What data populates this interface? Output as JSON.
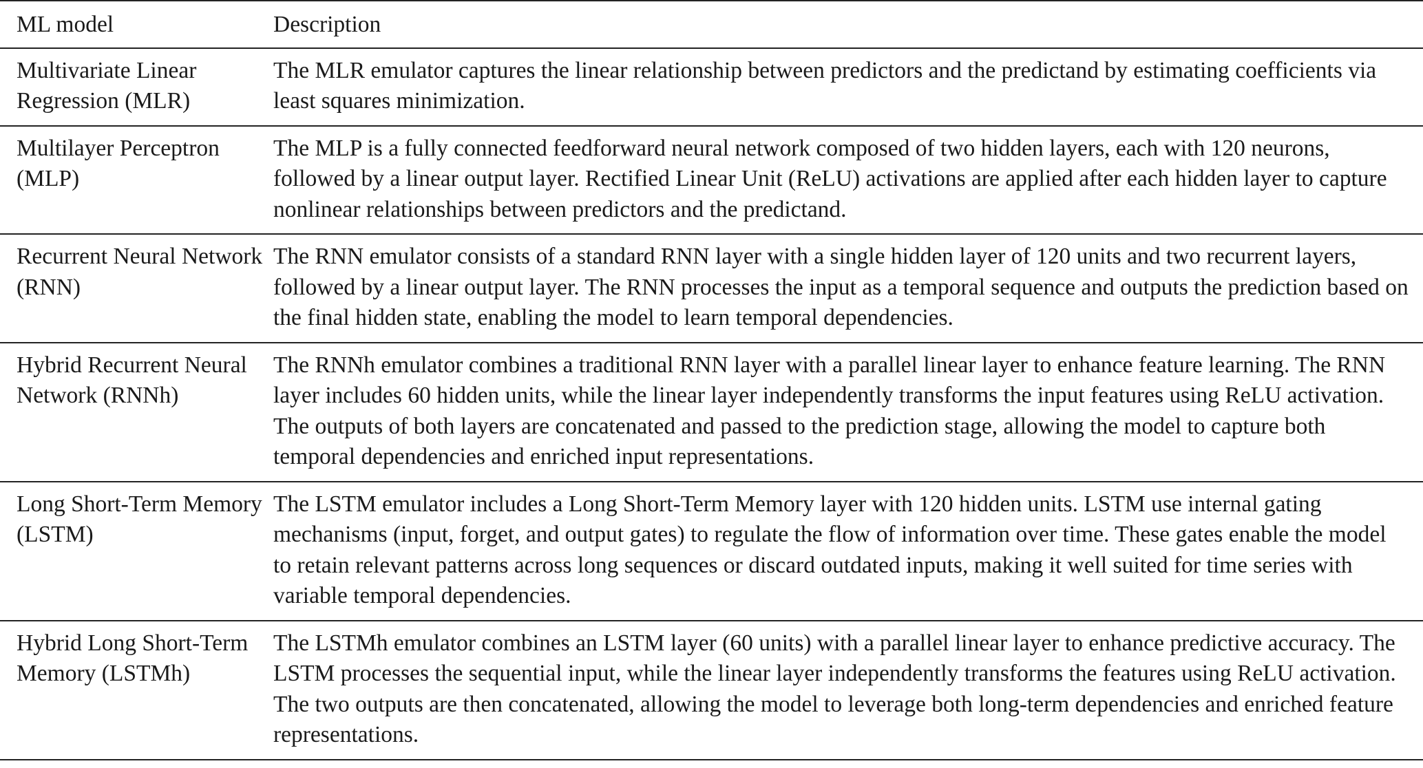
{
  "table": {
    "headers": [
      "ML model",
      "Description"
    ],
    "rows": [
      {
        "model": "Multivariate Linear Regression (MLR)",
        "description": "The MLR emulator captures the linear relationship between predictors and the predictand by estimating coefficients via least squares minimization."
      },
      {
        "model": "Multilayer Perceptron (MLP)",
        "description": "The MLP is a fully connected feedforward neural network composed of two hidden layers, each with 120 neurons, followed by a linear output layer. Rectified Linear Unit (ReLU) activations are applied after each hidden layer to capture nonlinear relationships between predictors and the predictand."
      },
      {
        "model": "Recurrent Neural Network (RNN)",
        "description": "The RNN emulator consists of a standard RNN layer with a single hidden layer of 120 units and two recurrent layers, followed by a linear output layer. The RNN processes the input as a temporal sequence and outputs the prediction based on the final hidden state, enabling the model to learn temporal dependencies."
      },
      {
        "model": "Hybrid Recurrent Neural Network (RNNh)",
        "description": "The RNNh emulator combines a traditional RNN layer with a parallel linear layer to enhance feature learning. The RNN layer includes 60 hidden units, while the linear layer independently transforms the input features using ReLU activation. The outputs of both layers are concatenated and passed to the prediction stage, allowing the model to capture both temporal dependencies and enriched input representations."
      },
      {
        "model": "Long Short-Term Memory (LSTM)",
        "description": "The LSTM emulator includes a Long Short-Term Memory layer with 120 hidden units. LSTM use internal gating mechanisms (input, forget, and output gates) to regulate the flow of information over time. These gates enable the model to retain relevant patterns across long sequences or discard outdated inputs, making it well suited for time series with variable temporal dependencies."
      },
      {
        "model": "Hybrid Long Short-Term Memory (LSTMh)",
        "description": "The LSTMh emulator combines an LSTM layer (60 units) with a parallel linear layer to enhance predictive accuracy. The LSTM processes the sequential input, while the linear layer independently transforms the features using ReLU activation. The two outputs are then concatenated, allowing the model to leverage both long-term dependencies and enriched feature representations."
      }
    ]
  }
}
